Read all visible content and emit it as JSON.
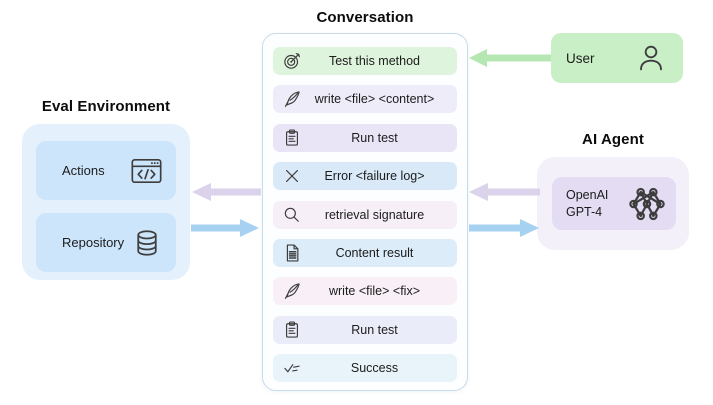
{
  "conversation": {
    "title": "Conversation",
    "messages": [
      {
        "label": "Test this method",
        "icon": "target",
        "bg": "#def4dd"
      },
      {
        "label": "write <file> <content>",
        "icon": "quill",
        "bg": "#efecfa"
      },
      {
        "label": "Run test",
        "icon": "clipboard",
        "bg": "#e9e5f7"
      },
      {
        "label": "Error <failure log>",
        "icon": "x-cross",
        "bg": "#d9e9f8"
      },
      {
        "label": "retrieval signature",
        "icon": "magnifier",
        "bg": "#f6eff8"
      },
      {
        "label": "Content result",
        "icon": "document",
        "bg": "#dcecf9"
      },
      {
        "label": "write <file> <fix>",
        "icon": "quill",
        "bg": "#f8eff7"
      },
      {
        "label": "Run test",
        "icon": "clipboard",
        "bg": "#ebecf9"
      },
      {
        "label": "Success",
        "icon": "checklist",
        "bg": "#e9f3fa"
      }
    ]
  },
  "eval_environment": {
    "title": "Eval Environment",
    "items": [
      {
        "label": "Actions",
        "icon": "code-window"
      },
      {
        "label": "Repository",
        "icon": "database"
      }
    ]
  },
  "user": {
    "label": "User",
    "icon": "person"
  },
  "ai_agent": {
    "title": "AI Agent",
    "model_line1": "OpenAI",
    "model_line2": "GPT-4",
    "icon": "neural-network"
  },
  "arrows": [
    {
      "name": "user-to-conversation",
      "color_key": "arrow_green"
    },
    {
      "name": "agent-to-conversation",
      "color_key": "arrow_purple"
    },
    {
      "name": "conversation-to-agent",
      "color_key": "arrow_blue"
    },
    {
      "name": "conversation-to-eval",
      "color_key": "arrow_purple"
    },
    {
      "name": "eval-to-conversation",
      "color_key": "arrow_blue"
    }
  ],
  "colors": {
    "ink": "#1c1c1c",
    "user_green": "#c9efc7",
    "eval_outer": "#e4f1fd",
    "eval_inner": "#cde5fb",
    "agent_outer": "#f4f0fa",
    "agent_inner": "#e3dcf3",
    "conv_bg": "#fdfeff",
    "conv_border": "#c9dcec",
    "arrow_green": "#b5e7b3",
    "arrow_purple": "#dbd2eb",
    "arrow_blue": "#a7d1f1"
  }
}
